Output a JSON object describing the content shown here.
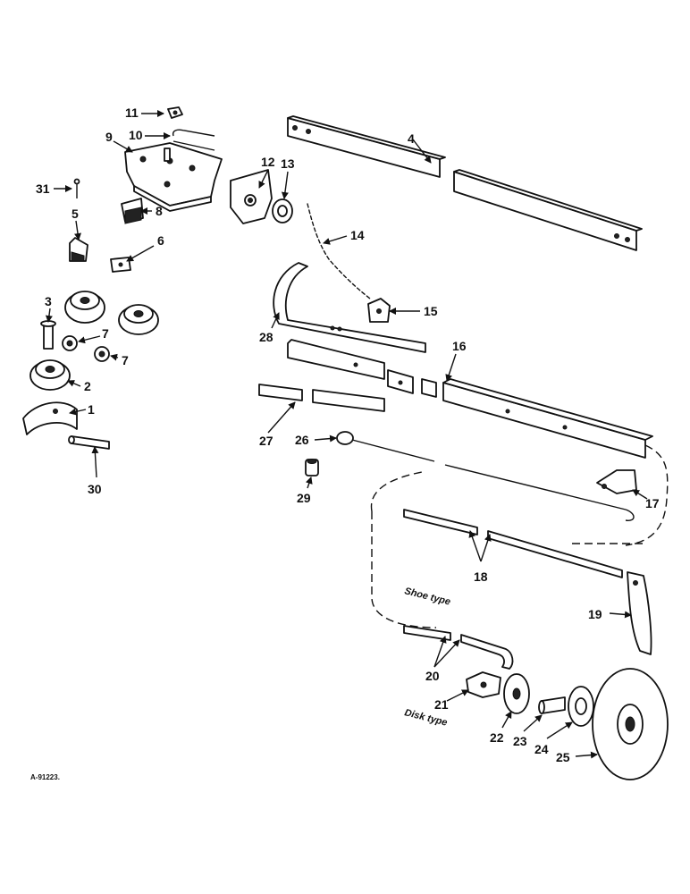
{
  "callouts": [
    "1",
    "2",
    "3",
    "4",
    "5",
    "6",
    "7",
    "7",
    "8",
    "9",
    "10",
    "11",
    "12",
    "13",
    "14",
    "15",
    "16",
    "17",
    "18",
    "19",
    "20",
    "21",
    "22",
    "23",
    "24",
    "25",
    "26",
    "27",
    "28",
    "29",
    "30",
    "31"
  ],
  "captions": {
    "shoe": "Shoe type",
    "disk": "Disk type"
  },
  "figure_code": "A-91223."
}
